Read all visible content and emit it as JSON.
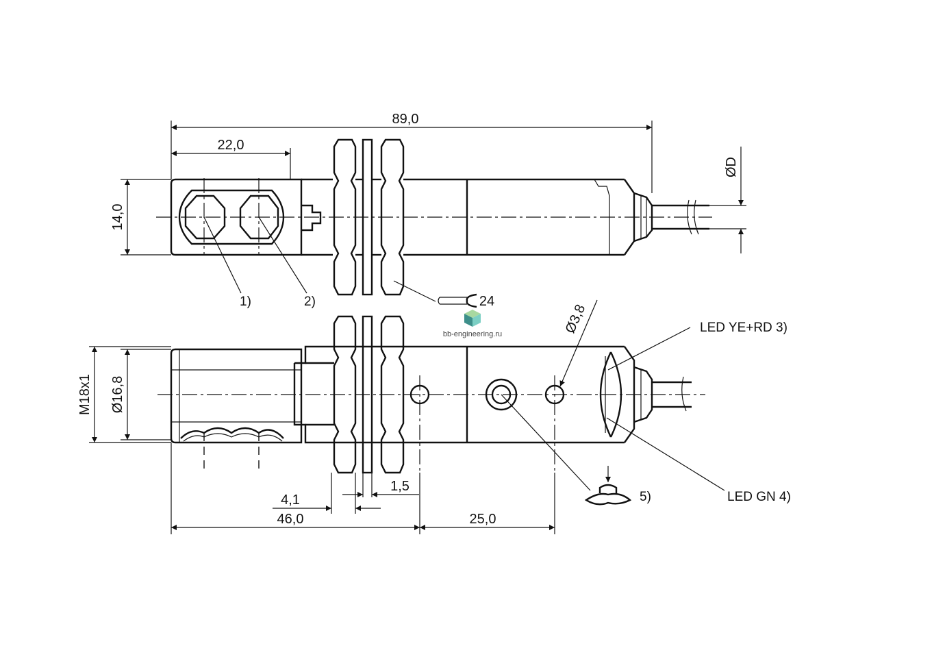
{
  "dimensions": {
    "overall_length": "89,0",
    "optics_length": "22,0",
    "body_height": "14,0",
    "cable_diameter": "ØD",
    "thread": "M18x1",
    "thread_core_diameter": "Ø16,8",
    "mounting_hole": "Ø3,8",
    "nut_thickness": "4,1",
    "washer_thickness": "1,5",
    "thread_length": "46,0",
    "hole_distance": "25,0",
    "wrench_size": "24"
  },
  "labels": {
    "callout_1": "1)",
    "callout_2": "2)",
    "led_ye_rd": "LED YE+RD 3)",
    "led_gn": "LED GN 4)",
    "callout_5": "5)"
  },
  "watermark": {
    "text": "bb-engineering.ru",
    "colors": [
      "#3d8f8a",
      "#7ccfc4",
      "#a8d8a0"
    ]
  }
}
